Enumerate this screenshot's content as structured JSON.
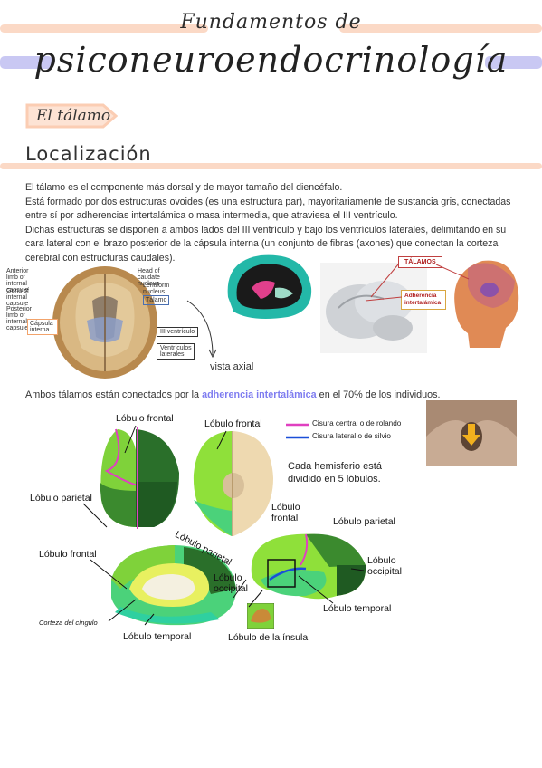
{
  "header": {
    "title_top": "Fundamentos de",
    "title_main": "psiconeuroendocrinología",
    "band_color_peach": "#fbd9c6",
    "band_color_lavender": "#c9c8f3"
  },
  "tag": {
    "label": "El tálamo",
    "color": "#fbcdb3"
  },
  "section": {
    "title": "Localización"
  },
  "paragraphs": [
    "El tálamo es el componente más dorsal y de mayor tamaño del diencéfalo.",
    "Está formado por dos estructuras ovoides (es una estructura par), mayoritariamente de sustancia gris, conectadas entre sí por  adherencias intertalámica o masa intermedia, que atraviesa el III ventrículo.",
    "Dichas estructuras se disponen a ambos lados del III ventrículo y bajo los ventrículos laterales, delimitando en su cara lateral con el brazo posterior de la cápsula interna (un conjunto de fibras (axones) que conectan la corteza cerebral con estructuras caudales)."
  ],
  "axial": {
    "caption": "vista axial",
    "labels": [
      "Anterior limb of internal capsule",
      "Genu of internal capsule",
      "Posterior limb of internal capsule",
      "Head of caudate nucleus",
      "Lentiform nucleus",
      "Tálamo",
      "Cápsula interna",
      "III ventrículo",
      "Ventrículos laterales"
    ]
  },
  "diagram3d": {
    "label_thalamus": "TÁLAMOS",
    "label_adhesion": "Adherencia intertalámica"
  },
  "connection": {
    "prefix": "Ambos tálamos están conectados por la ",
    "highlight": "adherencia intertalámica",
    "suffix": " en el 70% de los individuos."
  },
  "lobes": {
    "legend_central": "Cisura central o de rolando",
    "legend_lateral": "Cisura lateral o de silvio",
    "legend_central_color": "#e040c0",
    "legend_lateral_color": "#1a4fd8",
    "note": "Cada hemisferio está dividido en 5 lóbulos.",
    "labels": {
      "frontal_1": "Lóbulo frontal",
      "frontal_2": "Lóbulo frontal",
      "parietal_1": "Lóbulo parietal",
      "parietal_2": "Lóbulo parietal",
      "frontal_3": "Lóbulo frontal",
      "frontal_4": "Lóbulo frontal",
      "parietal_3": "Lóbulo parietal",
      "occipital_1": "Lóbulo occipital",
      "occipital_2": "Lóbulo occipital",
      "cingulo": "Corteza del cíngulo",
      "temporal_1": "Lóbulo temporal",
      "temporal_2": "Lóbulo temporal",
      "insula": "Lóbulo de la ínsula"
    }
  }
}
